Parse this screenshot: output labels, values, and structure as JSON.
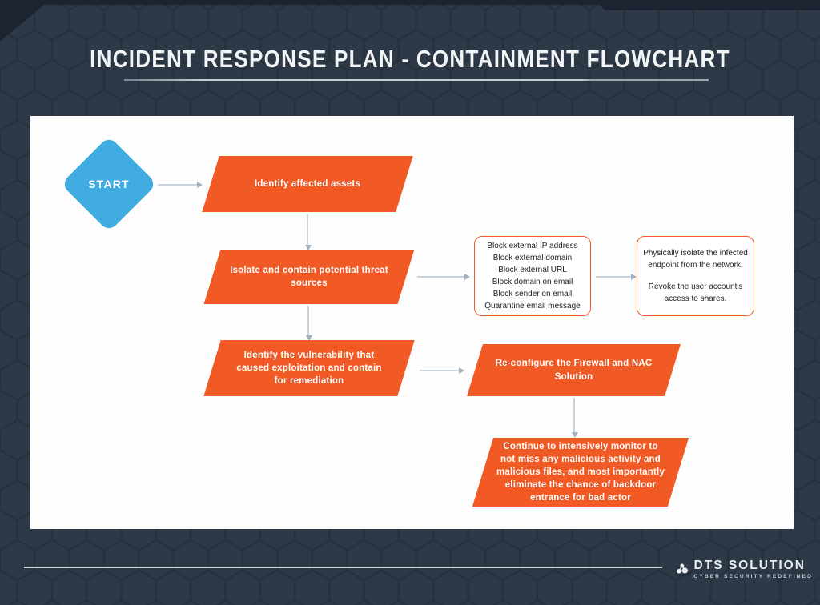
{
  "page": {
    "title": "INCIDENT RESPONSE PLAN - CONTAINMENT FLOWCHART"
  },
  "flowchart": {
    "start_label": "START",
    "steps": [
      {
        "id": "identify-assets",
        "label": "Identify affected assets"
      },
      {
        "id": "isolate-contain",
        "label": "Isolate and contain potential threat sources"
      },
      {
        "id": "identify-vulnerability",
        "label": "Identify the vulnerability that caused exploitation and contain for remediation"
      },
      {
        "id": "reconfigure",
        "label": "Re-configure the Firewall and NAC Solution"
      },
      {
        "id": "monitor",
        "label": "Continue to intensively monitor to not miss any malicious activity and malicious files, and most importantly eliminate the chance of backdoor entrance for bad actor"
      }
    ],
    "notes": [
      {
        "id": "containment-actions",
        "lines": [
          "Block external IP address",
          "Block external domain",
          "Block external URL",
          "Block domain on email",
          "Block sender on email",
          "Quarantine email message"
        ]
      },
      {
        "id": "isolation-actions",
        "paragraphs": [
          "Physically isolate the infected endpoint from the network.",
          "Revoke the user account's access to shares."
        ]
      }
    ]
  },
  "footer": {
    "brand": "DTS SOLUTION",
    "tagline": "CYBER SECURITY REDEFINED"
  },
  "colors": {
    "background": "#2D3946",
    "accent_orange": "#F15A24",
    "accent_blue": "#41ACE1",
    "card": "#FFFFFF",
    "arrow_line": "#C8D3DD",
    "arrow_head": "#9FB0BE",
    "title_text": "#F2F4F5"
  }
}
